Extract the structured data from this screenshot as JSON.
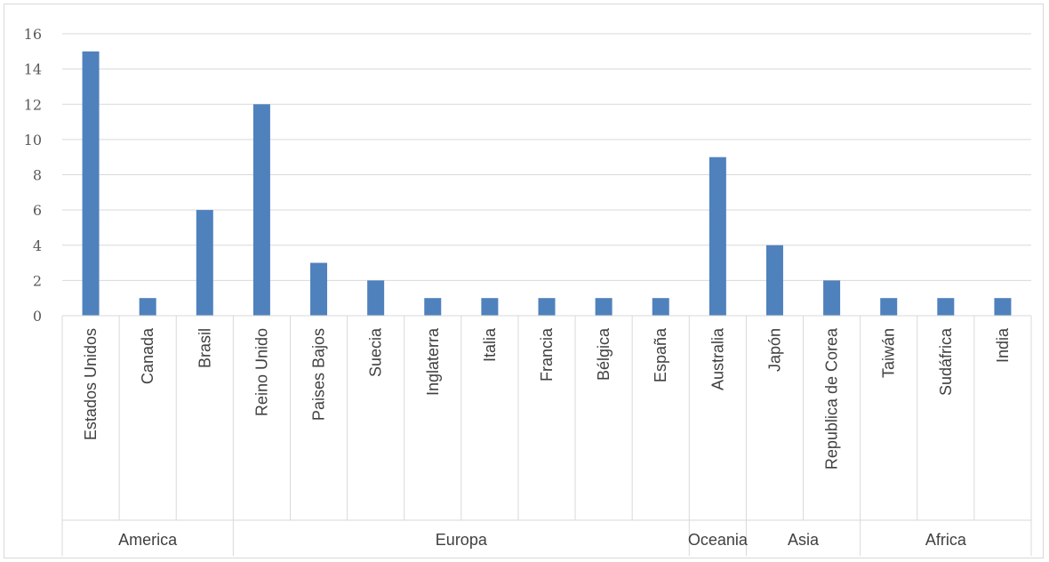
{
  "chart_data": {
    "type": "bar",
    "categories": [
      "Estados Unidos",
      "Canada",
      "Brasil",
      "Reino Unido",
      "Paises Bajos",
      "Suecia",
      "Inglaterra",
      "Italia",
      "Francia",
      "Bélgica",
      "España",
      "Australia",
      "Japón",
      "Republica de Corea",
      "Taiwán",
      "Sudáfrica",
      "India"
    ],
    "values": [
      15,
      1,
      6,
      12,
      3,
      2,
      1,
      1,
      1,
      1,
      1,
      9,
      4,
      2,
      1,
      1,
      1
    ],
    "groups": [
      {
        "label": "America",
        "start": 0,
        "count": 3
      },
      {
        "label": "Europa",
        "start": 3,
        "count": 8
      },
      {
        "label": "Oceania",
        "start": 11,
        "count": 1
      },
      {
        "label": "Asia",
        "start": 12,
        "count": 2
      },
      {
        "label": "Africa",
        "start": 14,
        "count": 3
      }
    ],
    "yticks": [
      0,
      2,
      4,
      6,
      8,
      10,
      12,
      14,
      16
    ],
    "ylim": [
      0,
      16
    ],
    "grid": true,
    "bar_color": "#4f81bd",
    "legend": "none"
  }
}
